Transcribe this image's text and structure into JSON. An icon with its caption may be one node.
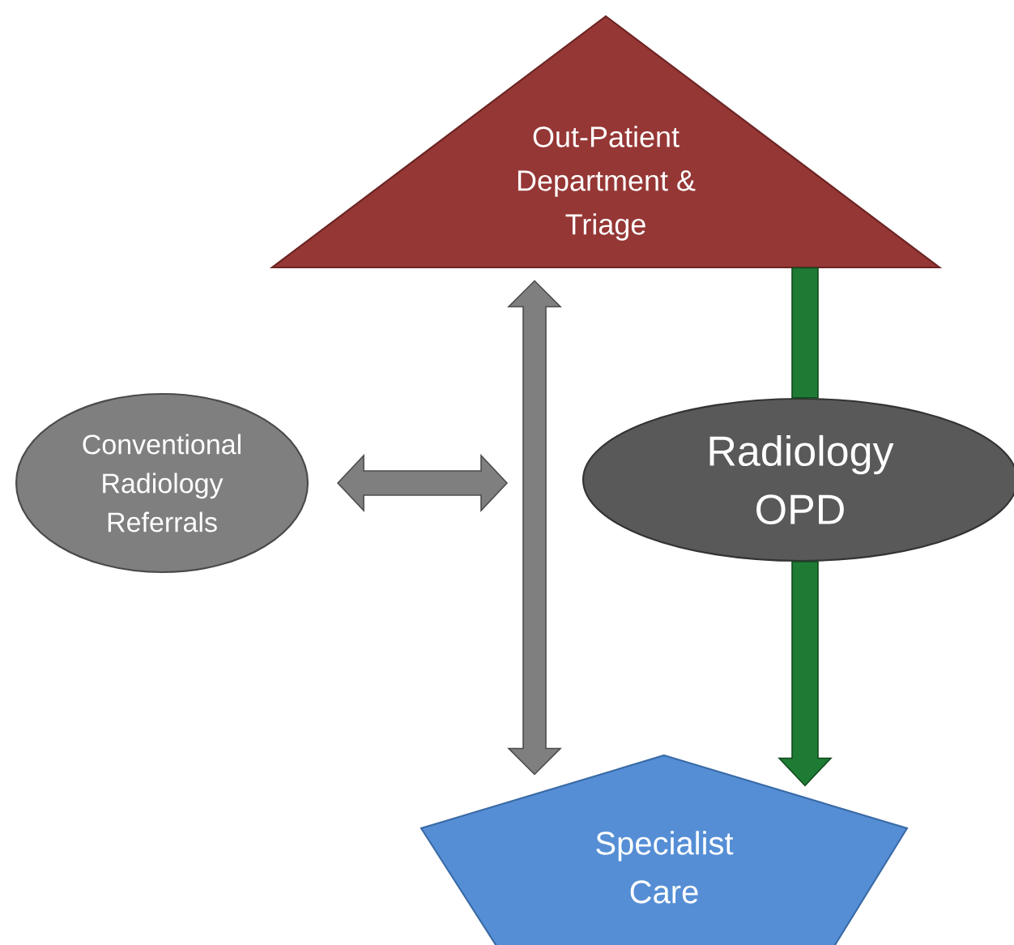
{
  "diagram": {
    "nodes": [
      {
        "text": [
          "Out-Patient Department & Triage"
        ]
      },
      {
        "text": [
          "Conventional Radiology Referrals"
        ]
      },
      {
        "text": [
          "Radiology OPD"
        ]
      },
      {
        "text": [
          "Specialist Care"
        ]
      }
    ],
    "edges": [
      {
        "from": 0,
        "to": 2,
        "arrow": "none",
        "color": "#1e7b34"
      },
      {
        "from": 2,
        "to": 3,
        "arrow": "to",
        "color": "#1e7b34"
      },
      {
        "from": 0,
        "to": 3,
        "arrow": "both",
        "color": "#7f7f7f"
      },
      {
        "from": 1,
        "to": null,
        "arrow": "both",
        "color": "#7f7f7f"
      }
    ]
  }
}
